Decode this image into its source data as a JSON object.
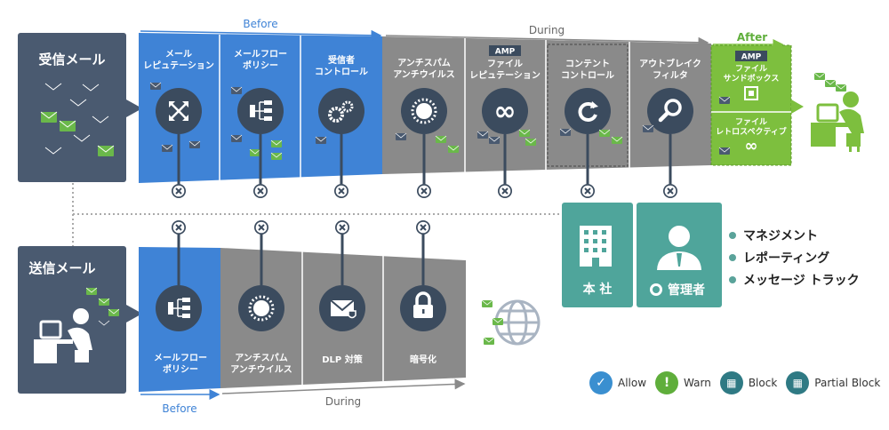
{
  "inbound": {
    "title": "受信メール",
    "before_label": "Before",
    "during_label": "During",
    "after_label": "After",
    "stages": [
      {
        "line1": "メール",
        "line2": "レピュテーション",
        "icon": "expand-arrows-icon"
      },
      {
        "line1": "メールフロー",
        "line2": "ポリシー",
        "icon": "flow-tree-icon"
      },
      {
        "line1": "受信者",
        "line2": "コントロール",
        "icon": "gears-icon"
      },
      {
        "line1": "アンチスパム",
        "line2": "アンチウイルス",
        "icon": "virus-icon"
      },
      {
        "badge": "AMP",
        "line1": "ファイル",
        "line2": "レピュテーション",
        "icon": "infinity-icon"
      },
      {
        "line1": "コンテント",
        "line2": "コントロール",
        "icon": "refresh-icon"
      },
      {
        "line1": "アウトブレイク",
        "line2": "フィルタ",
        "icon": "magnifier-icon"
      }
    ],
    "after_box": {
      "badge": "AMP",
      "sandbox_line1": "ファイル",
      "sandbox_line2": "サンドボックス",
      "retro_line1": "ファイル",
      "retro_line2": "レトロスペクティブ"
    }
  },
  "outbound": {
    "title": "送信メール",
    "before_label": "Before",
    "during_label": "During",
    "stages": [
      {
        "line1": "メールフロー",
        "line2": "ポリシー",
        "icon": "flow-tree-icon"
      },
      {
        "line1": "アンチスパム",
        "line2": "アンチウイルス",
        "icon": "virus-icon"
      },
      {
        "line1": "DLP 対策",
        "line2": "",
        "icon": "envelope-shield-icon"
      },
      {
        "line1": "暗号化",
        "line2": "",
        "icon": "lock-icon"
      }
    ]
  },
  "office": {
    "headquarters": "本 社",
    "admin": "管理者"
  },
  "management": [
    "マネジメント",
    "レポーティング",
    "メッセージ トラック"
  ],
  "legend": [
    {
      "label": "Allow",
      "color": "#3a8fd0",
      "symbol": "✓"
    },
    {
      "label": "Warn",
      "color": "#5fae3b",
      "symbol": "!"
    },
    {
      "label": "Block",
      "color": "#2f7a84",
      "symbol": "▦"
    },
    {
      "label": "Partial Block",
      "color": "#2f7a84",
      "symbol": "▦"
    }
  ],
  "colors": {
    "slate": "#4a5a70",
    "blue": "#3f83d6",
    "gray": "#8a8a8a",
    "green": "#7dbf3e",
    "teal": "#4fa59b",
    "dark_circle": "#3b4b5e"
  }
}
